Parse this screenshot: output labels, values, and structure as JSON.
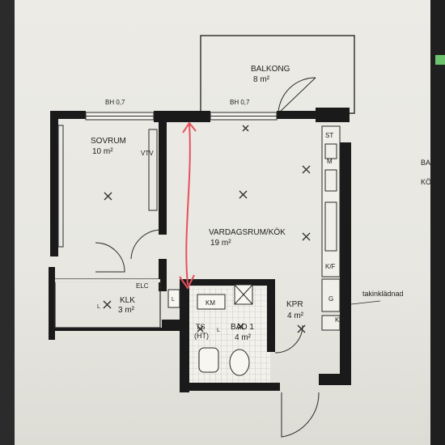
{
  "rooms": {
    "balkong": {
      "name": "BALKONG",
      "area": "8 m²"
    },
    "sovrum": {
      "name": "SOVRUM",
      "area": "10 m²"
    },
    "vardagsrum": {
      "name": "VARDAGSRUM/KÖK",
      "area": "19 m²"
    },
    "klk": {
      "name": "KLK",
      "area": "3 m²"
    },
    "bad": {
      "name": "BAD 1",
      "area": "4 m²"
    },
    "kpr": {
      "name": "KPR",
      "area": "4 m²"
    }
  },
  "labels": {
    "bh_left": "BH 0,7",
    "bh_right": "BH 0,7",
    "vtv": "VTV",
    "elc": "ELC",
    "ts": "TS",
    "ht": "(HT)",
    "km": "KM",
    "st": "ST",
    "m": "M",
    "kf": "K/F",
    "g": "G",
    "kh": "KH",
    "takinkladnad": "takinklädnad",
    "l1": "L",
    "l2": "L",
    "l3": "L",
    "ba": "BA",
    "ko": "KÖ"
  },
  "colors": {
    "wall": "#1a1a1a",
    "annotation": "#e8505b",
    "highlight": "#6fdc6f"
  }
}
